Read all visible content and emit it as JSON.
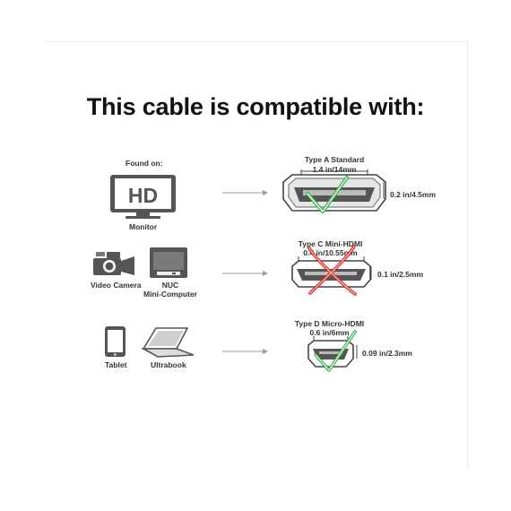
{
  "title": "This cable is compatible with:",
  "found_on_label": "Found on:",
  "rows": [
    {
      "devices": [
        {
          "name": "Monitor",
          "icon": "monitor-hd-icon",
          "screen_text": "HD"
        }
      ],
      "connector": {
        "type": "Type A Standard",
        "width": "1.4 in/14mm",
        "height": "0.2 in/4.5mm",
        "compatible": true
      }
    },
    {
      "devices": [
        {
          "name": "Video Camera",
          "icon": "video-camera-icon"
        },
        {
          "name": "NUC\nMini-Computer",
          "name_lines": [
            "NUC",
            "Mini-Computer"
          ],
          "icon": "mini-computer-icon"
        }
      ],
      "connector": {
        "type": "Type C Mini-HDMI",
        "width": "0.4 in/10.55mm",
        "height": "0.1 in/2.5mm",
        "compatible": false
      }
    },
    {
      "devices": [
        {
          "name": "Tablet",
          "icon": "tablet-icon"
        },
        {
          "name": "Ultrabook",
          "icon": "ultrabook-icon"
        }
      ],
      "connector": {
        "type": "Type D Micro-HDMI",
        "width": "0.6 in/6mm",
        "height": "0.09 in/2.3mm",
        "compatible": true
      }
    }
  ],
  "colors": {
    "check": "#3cb44b",
    "cross": "#e0302a",
    "icon_gray": "#555555",
    "arrow_gray": "#9a9a9a"
  }
}
